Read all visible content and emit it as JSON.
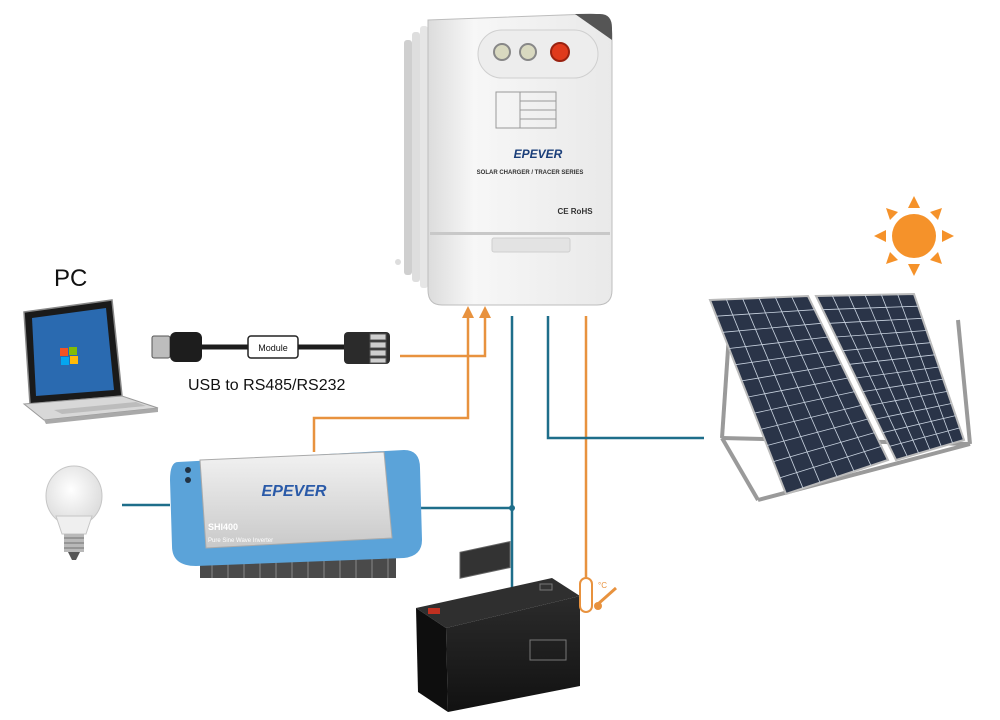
{
  "labels": {
    "pc": "PC",
    "module": "Module",
    "usb": "USB to RS485/RS232",
    "temp_unit": "°C"
  },
  "controller": {
    "brand": "EPEVER",
    "series": "SOLAR CHARGER / TRACER SERIES",
    "cert": "CE RoHS"
  },
  "inverter": {
    "brand": "EPEVER",
    "model": "SHI400",
    "desc": "Pure Sine Wave Inverter"
  },
  "colors": {
    "comm_line": "#E8923E",
    "power_line": "#1E6E8A",
    "sun": "#F5922A",
    "inverter_blue": "#5BA3D9",
    "panel_cell": "#2A3448"
  }
}
